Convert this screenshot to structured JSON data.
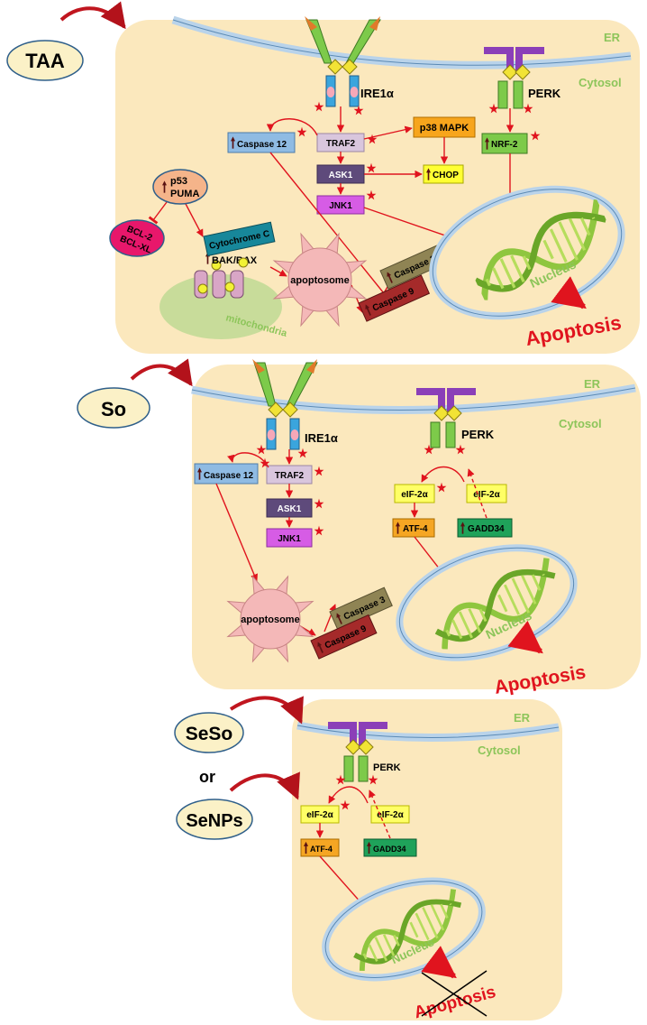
{
  "treatments": {
    "taa": "TAA",
    "so": "So",
    "seso": "SeSo",
    "or": "or",
    "senps": "SeNPs"
  },
  "compartments": {
    "er": "ER",
    "cytosol": "Cytosol",
    "nucleus": "Nucleus",
    "mitochondria": "mitochondria"
  },
  "receptors": {
    "ire1a": "IRE1α",
    "perk": "PERK"
  },
  "molecules": {
    "caspase12": "Caspase 12",
    "traf2": "TRAF2",
    "ask1": "ASK1",
    "jnk1": "JNK1",
    "p38mapk": "p38 MAPK",
    "chop": "CHOP",
    "nrf2": "NRF-2",
    "p53": "p53",
    "puma": "PUMA",
    "bcl2": "BCL-2",
    "bclxl": "BCL-XL",
    "cytochrome_c": "Cytochrome C",
    "bakbax": "BAK/BAX",
    "apoptosome": "apoptosome",
    "caspase3": "Caspase 3",
    "caspase9": "Caspase 9",
    "eif2a": "eIF-2α",
    "atf4": "ATF-4",
    "gadd34": "GADD34"
  },
  "outcome": {
    "apoptosis": "Apoptosis"
  },
  "colors": {
    "cell_fill": "#fbe8bd",
    "membrane": "#b9d3ea",
    "arrow": "#e0141e",
    "er_label": "#8dc55a",
    "apoptosis_text": "#e0141e",
    "caspase12": "#8fbbe3",
    "traf2": "#d9c6dd",
    "ask1": "#5e4a7b",
    "jnk1": "#d65ce5",
    "p38mapk": "#f7a51c",
    "chop": "#ffff33",
    "nrf2": "#7dca4a",
    "caspase3": "#8f8454",
    "caspase9": "#a52a2a",
    "atf4": "#f5a623",
    "gadd34": "#1fa25a",
    "eif2a": "#ffff66",
    "cytochrome_c": "#17879a",
    "bcl": "#e8176b",
    "p53": "#f5b48a",
    "apoptosome": "#f4b8b8"
  },
  "icons": [
    "upregulated-arrow-icon",
    "significance-star-icon",
    "inhibition-bar-icon",
    "dna-helix-icon"
  ]
}
